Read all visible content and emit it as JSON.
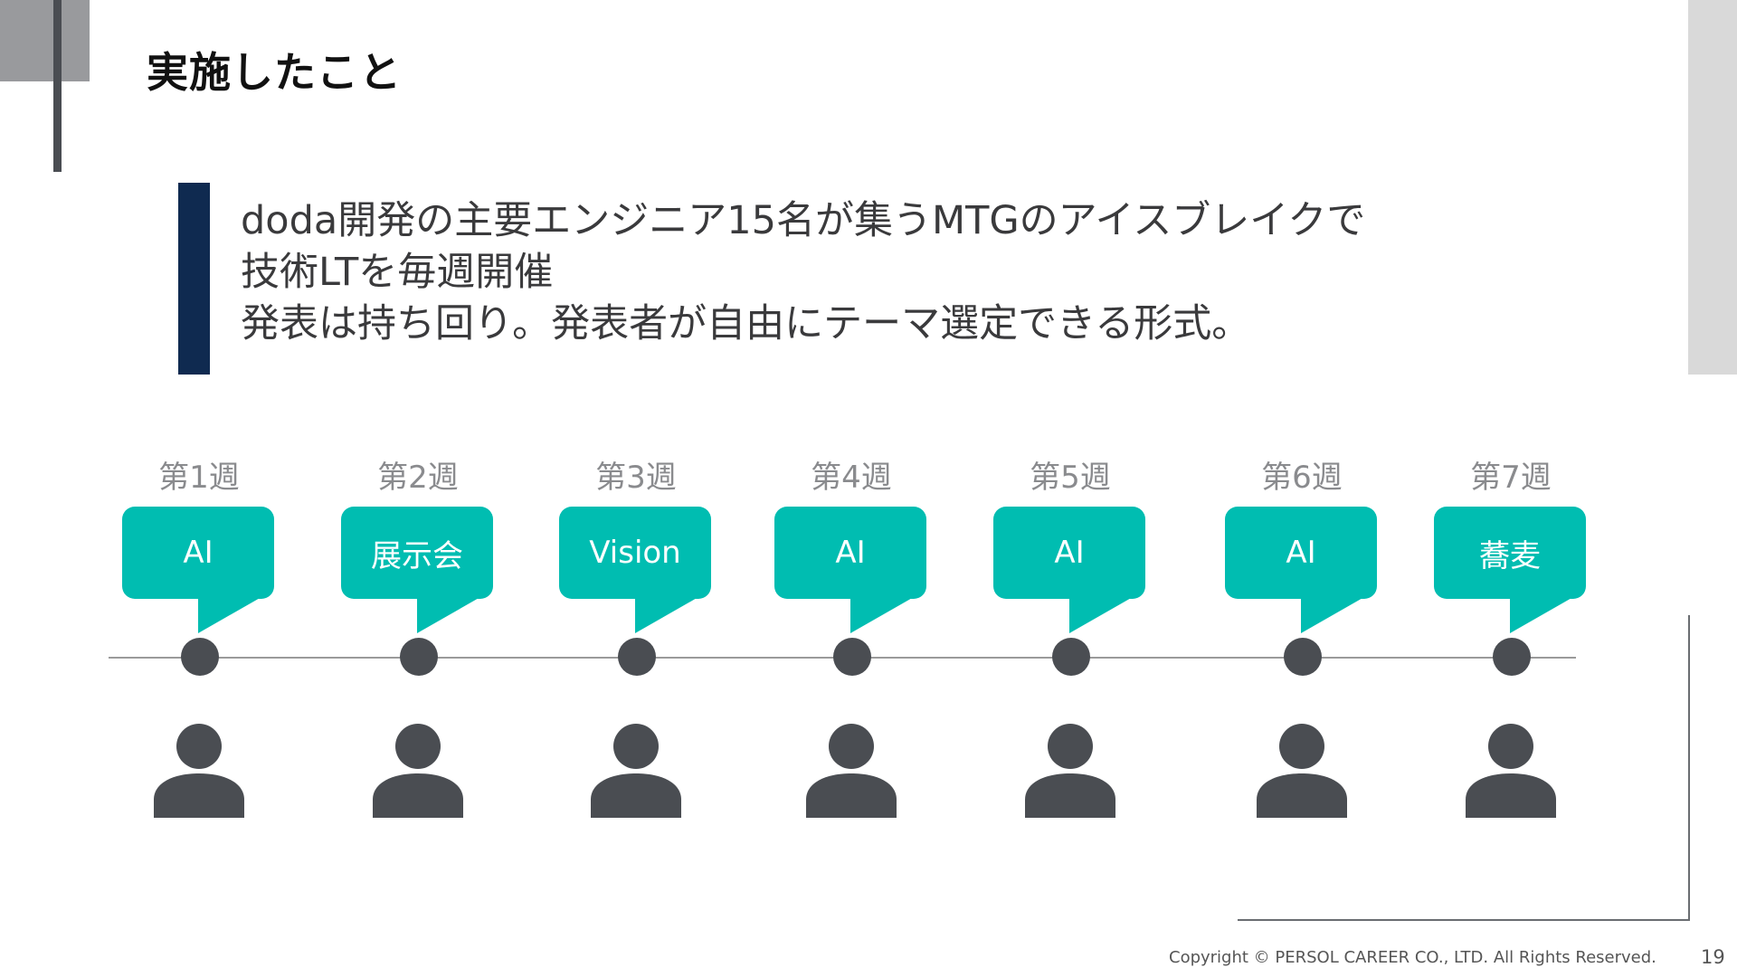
{
  "title": "実施したこと",
  "description": [
    "doda開発の主要エンジニア15名が集うMTGのアイスブレイクで",
    "技術LTを毎週開催",
    "発表は持ち回り。発表者が自由にテーマ選定できる形式。"
  ],
  "weeks": [
    {
      "label": "第1週",
      "topic": "AI"
    },
    {
      "label": "第2週",
      "topic": "展示会"
    },
    {
      "label": "第3週",
      "topic": "Vision"
    },
    {
      "label": "第4週",
      "topic": "AI"
    },
    {
      "label": "第5週",
      "topic": "AI"
    },
    {
      "label": "第6週",
      "topic": "AI"
    },
    {
      "label": "第7週",
      "topic": "蕎麦"
    }
  ],
  "icons": {
    "timeline_dot": "circle-dot-icon",
    "presenter": "person-icon"
  },
  "colors": {
    "accent_teal": "#00bdb1",
    "navy_bar": "#0f2a50",
    "icon_gray": "#4a4d52"
  },
  "footer": {
    "copyright": "Copyright © PERSOL CAREER CO., LTD. All Rights Reserved.",
    "page_number": "19"
  }
}
